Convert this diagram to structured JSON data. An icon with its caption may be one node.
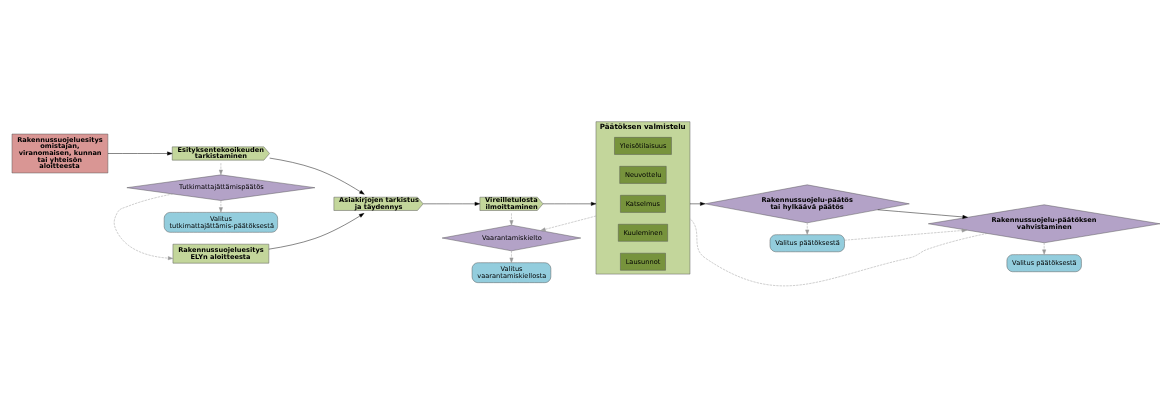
{
  "diagram": {
    "nodes": [
      {
        "text": [
          "Rakennussuojeluesitys omistajan, viranomaisen, kunnan tai yhteisön aloitteesta"
        ]
      },
      {
        "text": [
          "Rakennussuojeluesitys ELYn aloitteesta"
        ]
      },
      {
        "text": [
          "Esityksentekooikeuden tarkistaminen"
        ]
      },
      {
        "text": [
          "Tutkimattajättämispäätös"
        ]
      },
      {
        "text": [
          "Valitus tutkimattajättämis-päätöksestä"
        ]
      },
      {
        "text": [
          "Asiakirjojen tarkistus ja täydennys"
        ]
      },
      {
        "text": [
          "Vaarantamiskielto"
        ]
      },
      {
        "text": [
          "Valitus vaarantamiskiellosta"
        ]
      },
      {
        "text": [
          "Vireilletulosta ilmoittaminen"
        ]
      },
      {
        "text": [
          "Päätöksen valmistelu"
        ]
      },
      {
        "text": [
          "Lausunnot"
        ],
        "in": 9
      },
      {
        "text": [
          "Kuuleminen"
        ],
        "in": 9
      },
      {
        "text": [
          "Katselmus"
        ],
        "in": 9
      },
      {
        "text": [
          "Neuvottelu"
        ],
        "in": 9
      },
      {
        "text": [
          "Yleisötilaisuus"
        ],
        "in": 9
      },
      {
        "text": [
          "Rakennussuojelu-päätös tai hylkäävä päätös"
        ]
      },
      {
        "text": [
          "Valitus päätöksestä"
        ]
      },
      {
        "text": [
          "Rakennussuojelu-päätöksen vahvistaminen"
        ]
      },
      {
        "text": [
          "Valitus päätöksestä"
        ]
      }
    ],
    "edges": [
      {
        "from": 0,
        "to": 2,
        "arrow": "to",
        "color": "#000000"
      },
      {
        "from": 2,
        "to": 5,
        "arrow": "to",
        "color": "#000000"
      },
      {
        "from": 1,
        "to": 5,
        "arrow": "to",
        "color": "#000000"
      },
      {
        "from": 2,
        "to": 3,
        "arrow": "to",
        "style": "dashed",
        "color": "#999999"
      },
      {
        "from": 3,
        "to": 4,
        "arrow": "to",
        "style": "dashed",
        "color": "#999999"
      },
      {
        "from": 3,
        "to": 1,
        "arrow": "to",
        "style": "dashed",
        "color": "#999999"
      },
      {
        "from": 5,
        "to": 8,
        "arrow": "to",
        "color": "#000000"
      },
      {
        "from": 8,
        "to": 6,
        "arrow": "to",
        "style": "dashed",
        "color": "#999999"
      },
      {
        "from": 6,
        "to": 7,
        "arrow": "to",
        "style": "dashed",
        "color": "#999999"
      },
      {
        "from": 9,
        "to": 6,
        "arrow": "to",
        "style": "dashed",
        "color": "#999999"
      },
      {
        "from": 8,
        "to": 9,
        "arrow": "to",
        "color": "#000000"
      },
      {
        "from": 9,
        "to": 15,
        "arrow": "to",
        "color": "#000000"
      },
      {
        "from": 15,
        "to": 16,
        "arrow": "to",
        "style": "dashed",
        "color": "#999999"
      },
      {
        "from": 15,
        "to": 17,
        "arrow": "to",
        "color": "#000000"
      },
      {
        "from": 16,
        "to": 17,
        "arrow": "to",
        "style": "dashed",
        "color": "#999999"
      },
      {
        "from": 17,
        "to": 18,
        "arrow": "to",
        "style": "dashed",
        "color": "#999999"
      },
      {
        "from": 17,
        "to": 9,
        "arrow": "none",
        "style": "dashed",
        "color": "#999999"
      }
    ]
  }
}
